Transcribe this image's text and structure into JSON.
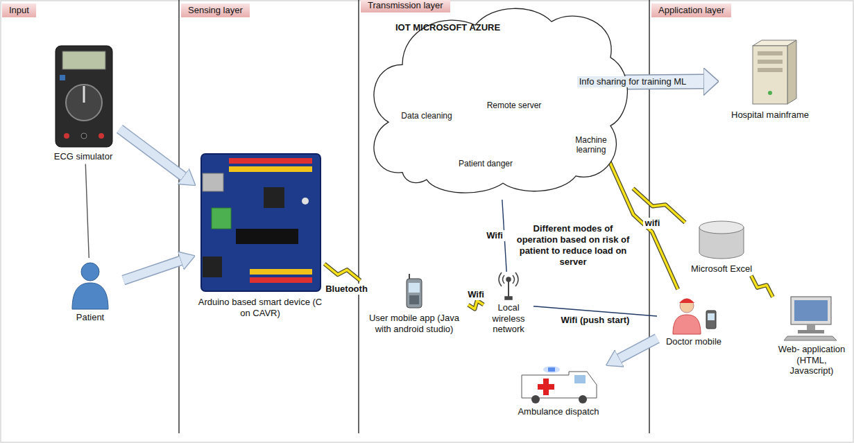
{
  "diagram": {
    "nodes": [
      {
        "text": [
          "Input"
        ]
      },
      {
        "text": [
          "Sensing layer"
        ]
      },
      {
        "text": [
          "Transmission layer"
        ]
      },
      {
        "text": [
          "Application layer"
        ]
      },
      {
        "text": [
          "ECG simulator"
        ]
      },
      {
        "text": [
          "Patient"
        ]
      },
      {
        "text": [
          "Arduino based smart device (C on CAVR)"
        ]
      },
      {
        "text": [
          "IOT MICROSOFT AZURE"
        ]
      },
      {
        "text": [
          "Data cleaning"
        ],
        "in": 7
      },
      {
        "text": [
          "Remote server"
        ],
        "in": 7
      },
      {
        "text": [
          "Patient danger"
        ],
        "in": 7
      },
      {
        "text": [
          "Machine learning"
        ],
        "in": 7
      },
      {
        "text": [
          "Hospital mainframe"
        ]
      },
      {
        "text": [
          "User mobile app (Java with android studio)"
        ]
      },
      {
        "text": [
          "Local wireless network"
        ]
      },
      {
        "text": [
          "Microsoft Excel"
        ]
      },
      {
        "text": [
          "Doctor mobile"
        ]
      },
      {
        "text": [
          "Web- application (HTML, Javascript)"
        ]
      },
      {
        "text": [
          "Ambulance dispatch"
        ]
      }
    ],
    "edges": [
      {
        "from": 4,
        "to": 6,
        "arrow": "to"
      },
      {
        "from": 5,
        "to": 6,
        "arrow": "to"
      },
      {
        "from": 4,
        "to": 5,
        "arrow": "none"
      },
      {
        "from": 6,
        "to": 13,
        "label": "Bluetooth",
        "arrow": "none"
      },
      {
        "from": 13,
        "to": 14,
        "label": "Wifi",
        "arrow": "none"
      },
      {
        "from": 14,
        "to": 7,
        "label": "Wifi",
        "arrow": "none"
      },
      {
        "from": 14,
        "to": 16,
        "label": "Wifi (push start)",
        "arrow": "none"
      },
      {
        "from": 9,
        "to": 12,
        "label": "Info sharing for training ML",
        "arrow": "both"
      },
      {
        "from": 7,
        "to": 15,
        "arrow": "none"
      },
      {
        "from": 15,
        "to": 17,
        "arrow": "none"
      },
      {
        "from": 11,
        "to": 16,
        "label": "wifi",
        "arrow": "none"
      },
      {
        "from": 16,
        "to": 18,
        "arrow": "to"
      },
      {
        "from": 8,
        "to": 9,
        "arrow": "to"
      },
      {
        "from": 9,
        "to": 11,
        "arrow": "both"
      },
      {
        "from": 9,
        "to": 10,
        "arrow": "to"
      }
    ],
    "labels": [
      "Different modes of operation based on risk of patient to reduce load on server"
    ]
  }
}
